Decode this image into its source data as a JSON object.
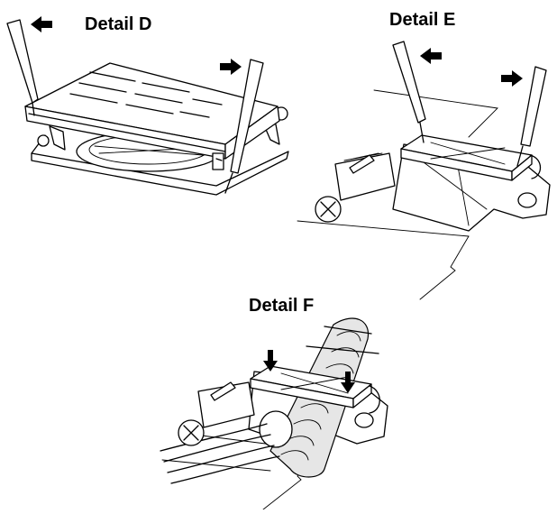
{
  "details": [
    {
      "id": "detail-d",
      "title": "Detail D"
    },
    {
      "id": "detail-e",
      "title": "Detail E"
    },
    {
      "id": "detail-f",
      "title": "Detail F"
    }
  ],
  "icons": {
    "arrow_left": "arrow-left-icon",
    "arrow_right": "arrow-right-icon",
    "arrow_down": "arrow-down-icon",
    "screw": "screw-icon"
  },
  "colors": {
    "line": "#000000",
    "background": "#ffffff"
  }
}
